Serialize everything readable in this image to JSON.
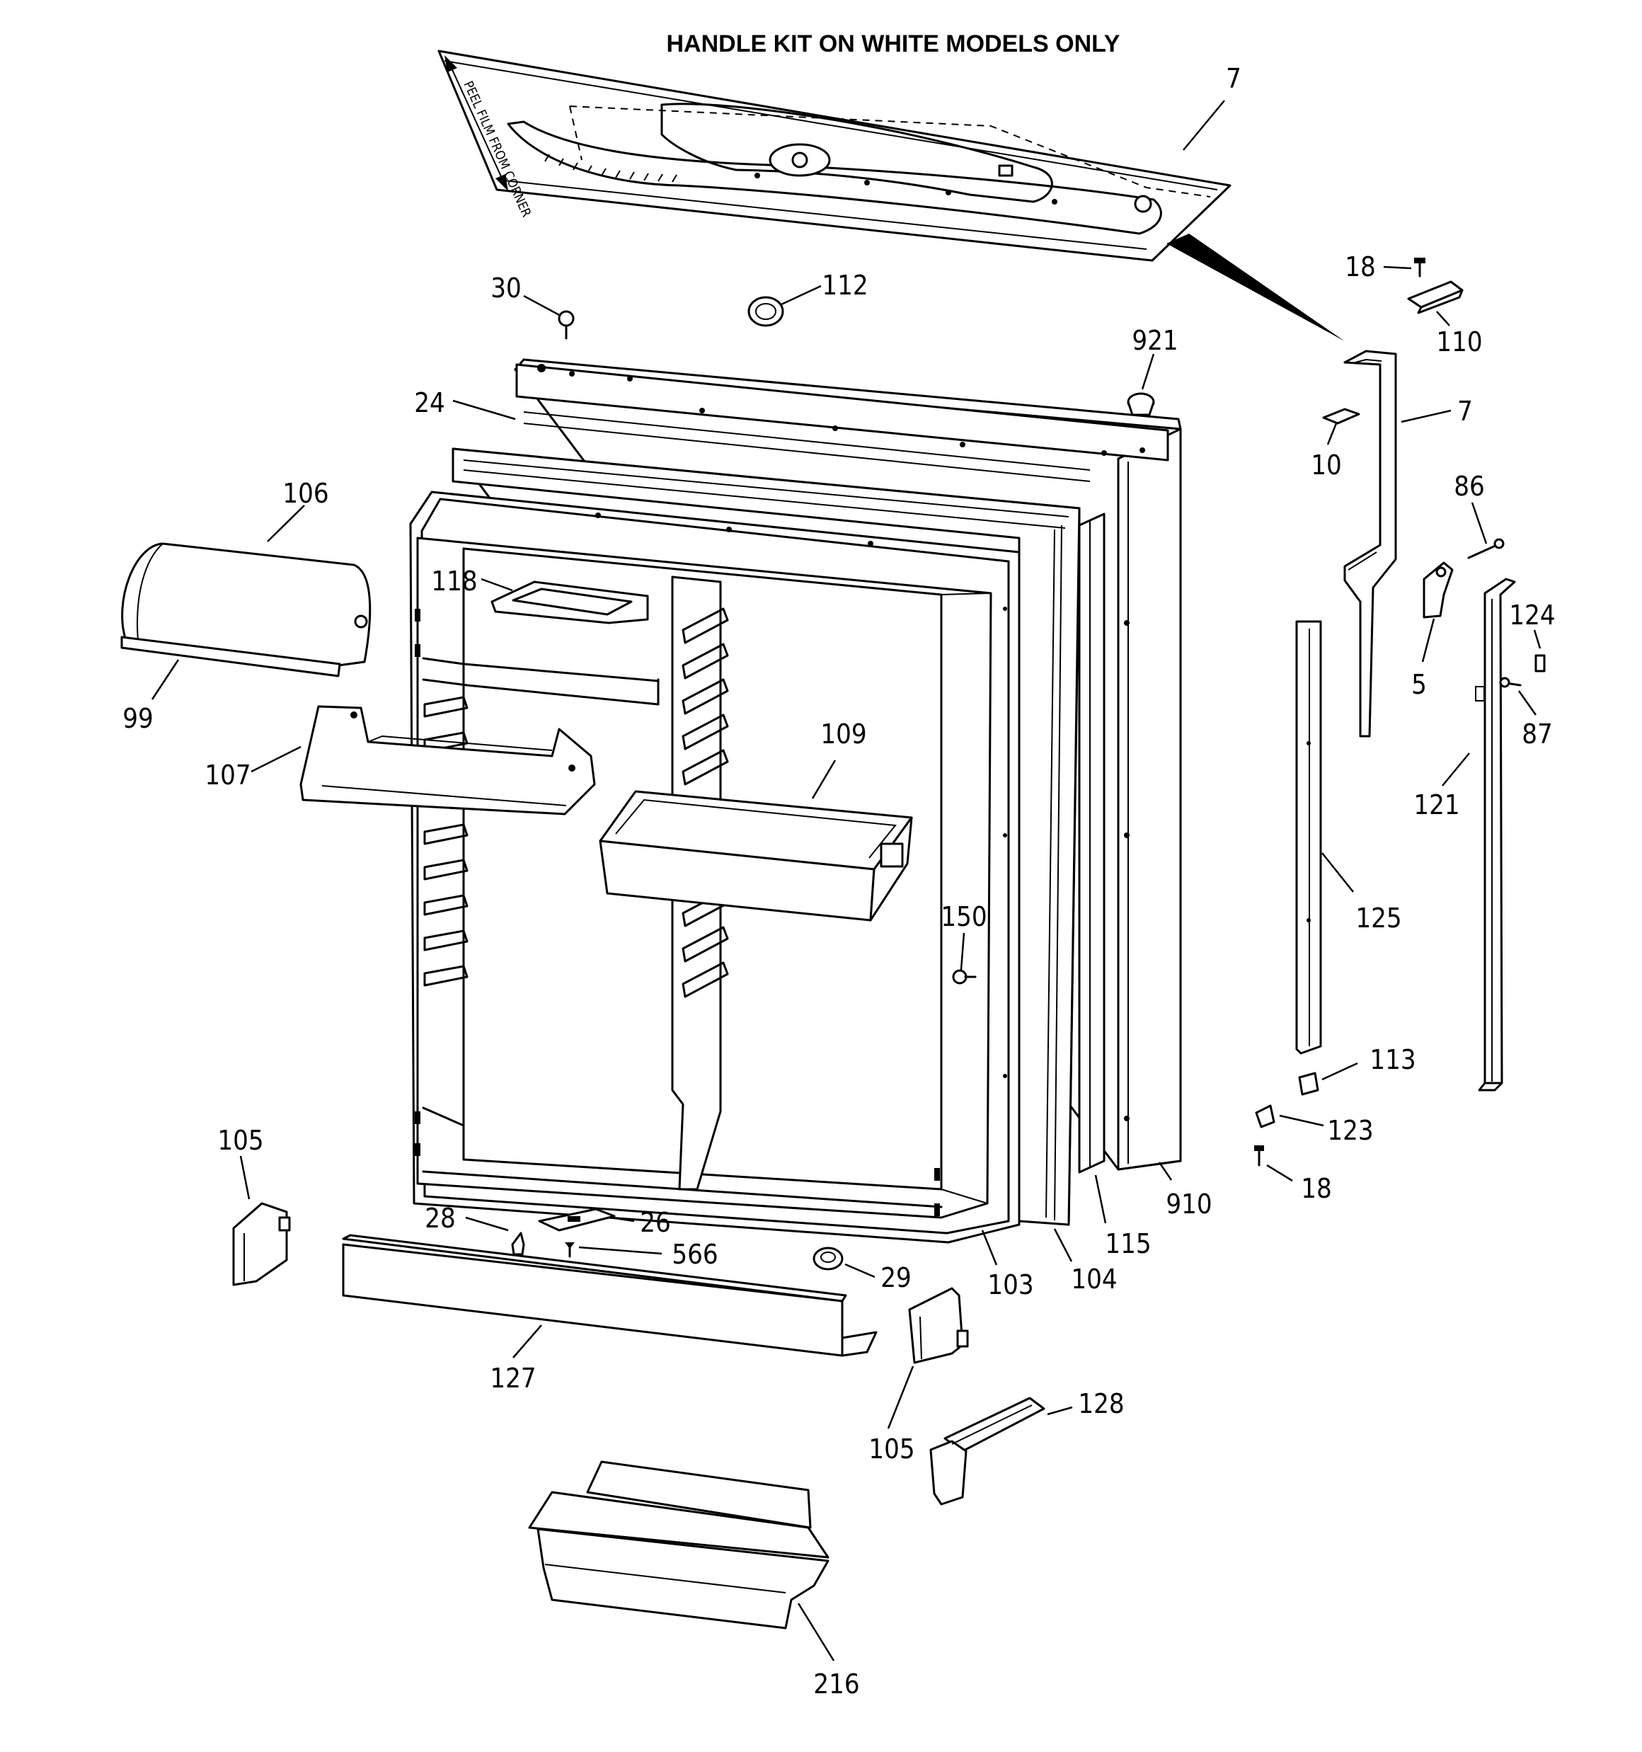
{
  "title": "HANDLE KIT ON WHITE MODELS ONLY",
  "film_note": "PEEL FILM FROM CORNER",
  "callouts": {
    "c7_top": "7",
    "c18_top": "18",
    "c110": "110",
    "c30": "30",
    "c112": "112",
    "c921": "921",
    "c24": "24",
    "c7_side": "7",
    "c10": "10",
    "c106": "106",
    "c86": "86",
    "c118": "118",
    "c124": "124",
    "c5": "5",
    "c99": "99",
    "c87": "87",
    "c109": "109",
    "c107": "107",
    "c121": "121",
    "c125": "125",
    "c150": "150",
    "c113": "113",
    "c123": "123",
    "c18_bottom": "18",
    "c105_left": "105",
    "c910": "910",
    "c28": "28",
    "c26": "26",
    "c115": "115",
    "c566": "566",
    "c29": "29",
    "c103": "103",
    "c104": "104",
    "c127": "127",
    "c128": "128",
    "c105_right": "105",
    "c216": "216"
  }
}
